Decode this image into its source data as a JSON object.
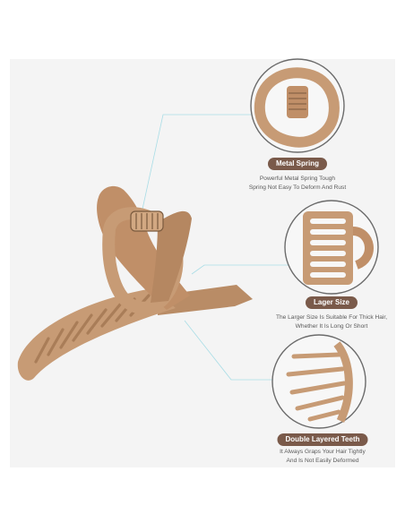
{
  "colors": {
    "clip": "#c79b75",
    "clip_dark": "#a97d58",
    "badge": "#7a5a4a",
    "leader_line": "#a9dde6",
    "panel": "#f4f4f4"
  },
  "features": [
    {
      "title": "Metal Spring",
      "lines": [
        "Powerful Metal Spring Tough",
        "Spring Not Easy To Deform And Rust"
      ]
    },
    {
      "title": "Lager Size",
      "lines": [
        "The Larger Size Is Suitable For Thick Hair,",
        "Whether It Is Long Or Short"
      ]
    },
    {
      "title": "Double Layered Teeth",
      "lines": [
        "It Always Graps Your Hair Tightly",
        "And Is Not Easily Deformed"
      ]
    }
  ]
}
